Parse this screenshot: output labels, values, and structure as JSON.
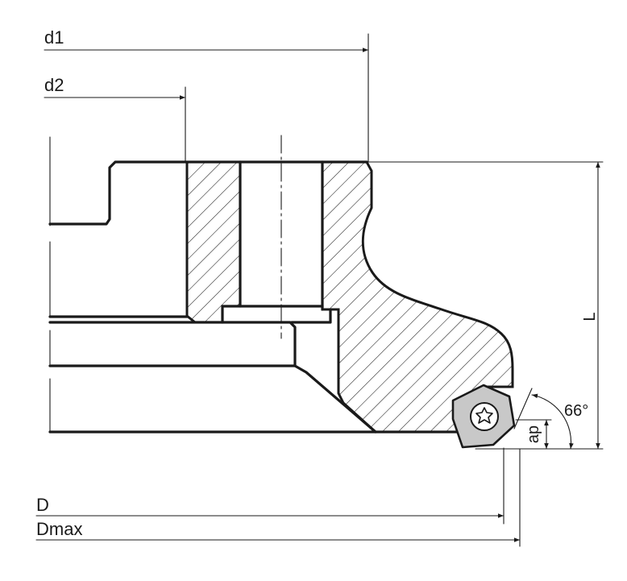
{
  "labels": {
    "d1": "d1",
    "d2": "d2",
    "L": "L",
    "angle": "66°",
    "ap": "ap",
    "D": "D",
    "Dmax": "Dmax"
  },
  "colors": {
    "line": "#1a1a1a",
    "insert_fill": "#c8c8c8",
    "background": "#ffffff"
  }
}
